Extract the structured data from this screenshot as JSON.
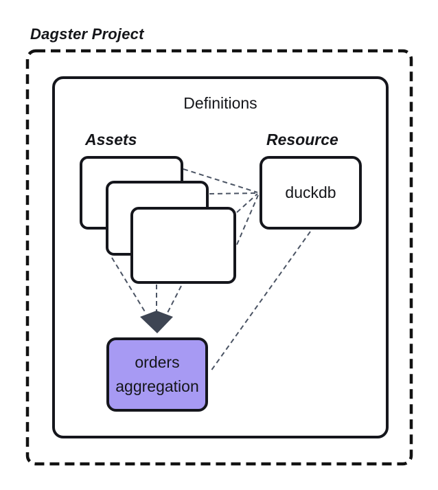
{
  "diagram": {
    "title": "Dagster Project",
    "definitions": {
      "label": "Definitions"
    },
    "assets": {
      "group_label": "Assets",
      "stack_count": 3
    },
    "resource": {
      "group_label": "Resource",
      "box_label": "duckdb"
    },
    "highlighted_asset": {
      "box_label": "orders aggregation"
    },
    "colors": {
      "background": "#ffffff",
      "box_border": "#15161c",
      "highlighted_asset_fill": "#a79af3",
      "connector": "#4a5363",
      "arrowhead": "#3e4553",
      "text": "#15161a"
    }
  }
}
